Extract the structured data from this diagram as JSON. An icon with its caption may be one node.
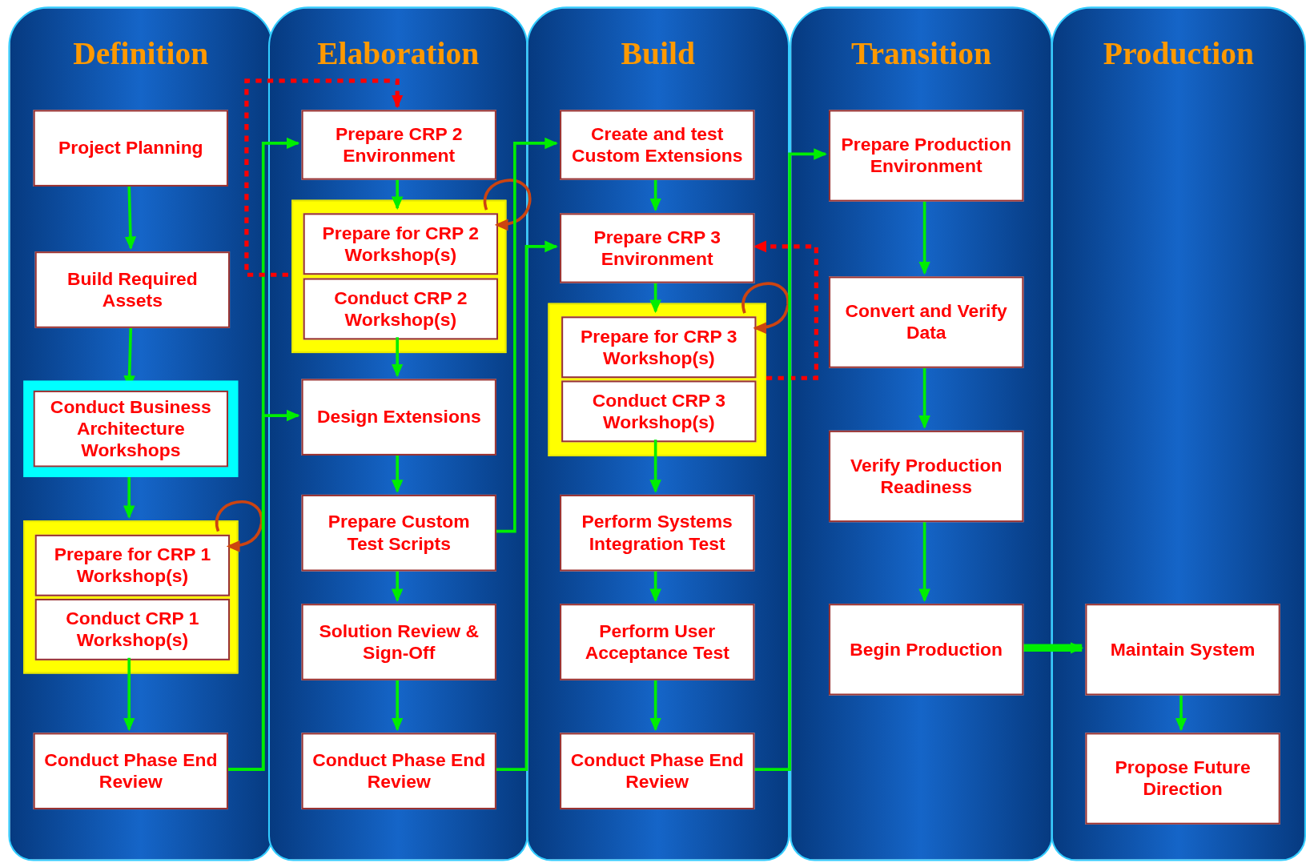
{
  "diagram": {
    "nodes": [
      {
        "text": [
          "Definition"
        ]
      },
      {
        "text": [
          "Project Planning"
        ],
        "in": 0
      },
      {
        "text": [
          "Build Required Assets"
        ],
        "in": 0
      },
      {
        "text": [
          "Conduct Business Architecture Workshops"
        ],
        "in": 0
      },
      {
        "text": [],
        "shape": "box",
        "in": 0
      },
      {
        "text": [
          "Prepare for CRP 1 Workshop(s)"
        ],
        "in": 4
      },
      {
        "text": [
          "Conduct CRP 1 Workshop(s)"
        ],
        "in": 4
      },
      {
        "text": [
          "Conduct Phase End Review"
        ],
        "in": 0
      },
      {
        "text": [
          "Elaboration"
        ]
      },
      {
        "text": [
          "Prepare CRP 2 Environment"
        ],
        "in": 8
      },
      {
        "text": [],
        "shape": "box",
        "in": 8
      },
      {
        "text": [
          "Prepare for CRP 2 Workshop(s)"
        ],
        "in": 10
      },
      {
        "text": [
          "Conduct CRP 2 Workshop(s)"
        ],
        "in": 10
      },
      {
        "text": [
          "Design Extensions"
        ],
        "in": 8
      },
      {
        "text": [
          "Prepare Custom Test Scripts"
        ],
        "in": 8
      },
      {
        "text": [
          "Solution Review & Sign-Off"
        ],
        "in": 8
      },
      {
        "text": [
          "Conduct Phase End Review"
        ],
        "in": 8
      },
      {
        "text": [
          "Build"
        ]
      },
      {
        "text": [
          "Create and test Custom Extensions"
        ],
        "in": 17
      },
      {
        "text": [
          "Prepare CRP 3 Environment"
        ],
        "in": 17
      },
      {
        "text": [],
        "shape": "box",
        "in": 17
      },
      {
        "text": [
          "Prepare for CRP 3 Workshop(s)"
        ],
        "in": 20
      },
      {
        "text": [
          "Conduct CRP 3 Workshop(s)"
        ],
        "in": 20
      },
      {
        "text": [
          "Perform Systems Integration Test"
        ],
        "in": 17
      },
      {
        "text": [
          "Perform User Acceptance Test"
        ],
        "in": 17
      },
      {
        "text": [
          "Conduct Phase End Review"
        ],
        "in": 17
      },
      {
        "text": [
          "Transition"
        ]
      },
      {
        "text": [
          "Prepare Production Environment"
        ],
        "in": 26
      },
      {
        "text": [
          "Convert and Verify Data"
        ],
        "in": 26
      },
      {
        "text": [
          "Verify Production Readiness"
        ],
        "in": 26
      },
      {
        "text": [
          "Begin Production"
        ],
        "in": 26
      },
      {
        "text": [
          "Production"
        ]
      },
      {
        "text": [
          "Maintain System"
        ],
        "in": 31
      },
      {
        "text": [
          "Propose Future Direction"
        ],
        "in": 31
      }
    ],
    "edges": [
      {
        "from": 1,
        "to": 2,
        "arrow": "to"
      },
      {
        "from": 2,
        "to": 3,
        "arrow": "to"
      },
      {
        "from": 3,
        "to": 4,
        "arrow": "to"
      },
      {
        "from": 5,
        "to": 5,
        "arrow": "to",
        "color": "#cc4411"
      },
      {
        "from": 6,
        "to": 7,
        "arrow": "to"
      },
      {
        "from": 7,
        "to": 9,
        "arrow": "to"
      },
      {
        "from": 7,
        "to": 13,
        "arrow": "to"
      },
      {
        "from": 10,
        "to": 9,
        "arrow": "to",
        "style": "dashed",
        "color": "#ff0000"
      },
      {
        "from": 9,
        "to": 11,
        "arrow": "to"
      },
      {
        "from": 11,
        "to": 11,
        "arrow": "to",
        "color": "#cc4411"
      },
      {
        "from": 12,
        "to": 13,
        "arrow": "to"
      },
      {
        "from": 13,
        "to": 14,
        "arrow": "to"
      },
      {
        "from": 14,
        "to": 15,
        "arrow": "to"
      },
      {
        "from": 15,
        "to": 16,
        "arrow": "to"
      },
      {
        "from": 14,
        "to": 18,
        "arrow": "to"
      },
      {
        "from": 16,
        "to": 19,
        "arrow": "to"
      },
      {
        "from": 18,
        "to": 19,
        "arrow": "to"
      },
      {
        "from": 19,
        "to": 21,
        "arrow": "to"
      },
      {
        "from": 21,
        "to": 21,
        "arrow": "to",
        "color": "#cc4411"
      },
      {
        "from": 20,
        "to": 19,
        "arrow": "to",
        "style": "dashed",
        "color": "#ff0000"
      },
      {
        "from": 22,
        "to": 23,
        "arrow": "to"
      },
      {
        "from": 23,
        "to": 24,
        "arrow": "to"
      },
      {
        "from": 24,
        "to": 25,
        "arrow": "to"
      },
      {
        "from": 25,
        "to": 27,
        "arrow": "to"
      },
      {
        "from": 27,
        "to": 28,
        "arrow": "to"
      },
      {
        "from": 28,
        "to": 29,
        "arrow": "to"
      },
      {
        "from": 29,
        "to": 30,
        "arrow": "to"
      },
      {
        "from": 30,
        "to": 32,
        "arrow": "to",
        "style": "thick"
      },
      {
        "from": 32,
        "to": 33,
        "arrow": "to"
      }
    ]
  }
}
